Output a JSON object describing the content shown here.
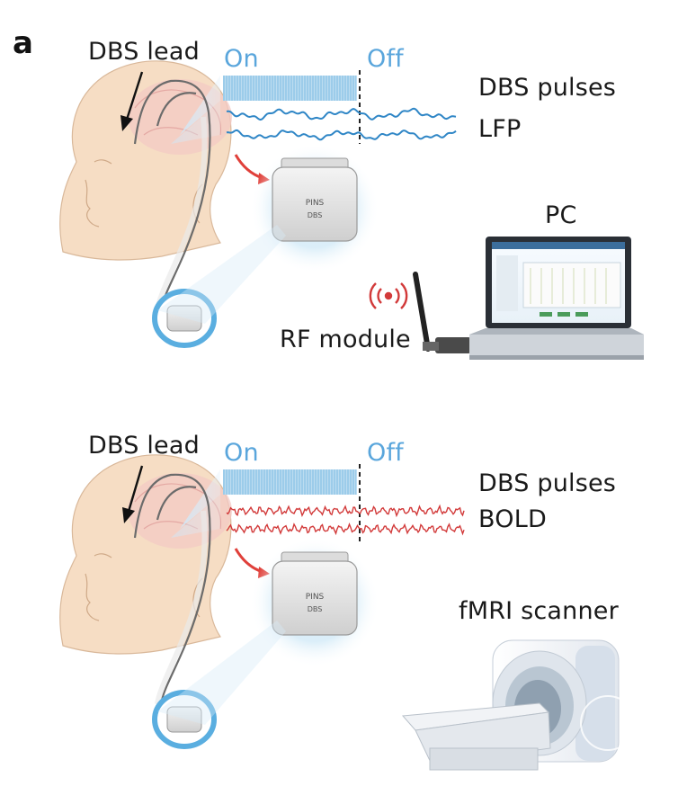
{
  "panel_label": "a",
  "top": {
    "lead_label": "DBS lead",
    "on_label": "On",
    "off_label": "Off",
    "pulses_label": "DBS pulses",
    "signal_label": "LFP",
    "pc_label": "PC",
    "rf_label": "RF module",
    "signal_color": "#2f86c6"
  },
  "bottom": {
    "lead_label": "DBS lead",
    "on_label": "On",
    "off_label": "Off",
    "pulses_label": "DBS pulses",
    "signal_label": "BOLD",
    "scanner_label": "fMRI scanner",
    "signal_color": "#d23a3a"
  },
  "colors": {
    "pulse_fill": "#bcdcf0",
    "pulse_line": "#7dbde4",
    "on_off_text": "#5aa6dc",
    "arrow_red": "#e0403a",
    "head_skin": "#f6ddc4",
    "ring_blue": "#5aaee0"
  }
}
